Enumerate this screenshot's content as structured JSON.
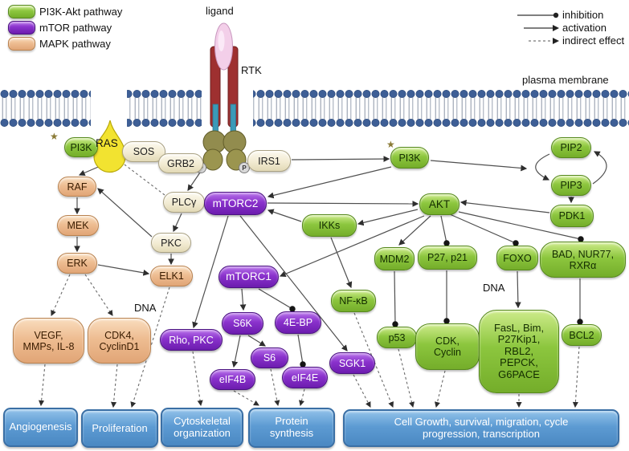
{
  "legend_pathways": [
    {
      "label": "PI3K-Akt pathway",
      "color": "#8CC63E"
    },
    {
      "label": "mTOR pathway",
      "color": "#8A32CC"
    },
    {
      "label": "MAPK pathway",
      "color": "#EEBD92"
    }
  ],
  "legend_edges": [
    {
      "label": "inhibition",
      "style": "solid-line-dot"
    },
    {
      "label": "activation",
      "style": "solid-line-arrow"
    },
    {
      "label": "indirect effect",
      "style": "dashed-line-arrow"
    }
  ],
  "labels": {
    "ligand": "ligand",
    "rtk": "RTK",
    "plasma_membrane": "plasma membrane",
    "ras": "RAS",
    "p": "P",
    "dna_left": "DNA",
    "dna_right": "DNA"
  },
  "nodes": {
    "pi3k_left": "PI3K",
    "sos": "SOS",
    "grb2": "GRB2",
    "irs1": "IRS1",
    "plcg": "PLCγ",
    "pkc": "PKC",
    "raf": "RAF",
    "mek": "MEK",
    "erk": "ERK",
    "elk1": "ELK1",
    "vegf": "VEGF,\nMMPs, IL-8",
    "cdk4": "CDK4,\nCyclinD1",
    "mtorc2": "mTORC2",
    "mtorc1": "mTORC1",
    "rho_pkc": "Rho, PKC",
    "s6k": "S6K",
    "ebp4": "4E-BP",
    "s6": "S6",
    "eif4b": "eIF4B",
    "eif4e": "eIF4E",
    "sgk1": "SGK1",
    "ikks": "IKKs",
    "nfkb": "NF-κB",
    "pi3k_right": "PI3K",
    "pip2": "PIP2",
    "pip3": "PIP3",
    "pdk1": "PDK1",
    "akt": "AKT",
    "mdm2": "MDM2",
    "p27": "P27, p21",
    "foxo": "FOXO",
    "bad": "BAD, NUR77,\nRXRα",
    "p53": "p53",
    "cdk_cyclin": "CDK,\nCyclin",
    "fasl": "FasL, Bim,\nP27Kip1,\nRBL2,\nPEPCK,\nG6PACE",
    "bcl2": "BCL2"
  },
  "outcomes": {
    "angiogenesis": "Angiogenesis",
    "proliferation": "Proliferation",
    "cytoskeletal": "Cytoskeletal\norganization",
    "protein": "Protein\nsynthesis",
    "cellgrowth": "Cell Growth, survival, migration, cycle\nprogression, transcription"
  },
  "colors": {
    "pi3k_akt_green": "#8CC63E",
    "mtor_purple": "#8A32CC",
    "mapk_tan": "#EEBD92",
    "outcome_blue": "#5D9BD3",
    "membrane_head": "#3E5F96",
    "ras_yellow": "#F2E330",
    "receptor_red": "#9E3030",
    "receptor_stem": "#3B9AB8",
    "ligand_pink": "#F3CFE9"
  },
  "edges": [
    {
      "from": "RTK",
      "to": "PLCγ",
      "type": "activation"
    },
    {
      "from": "SOS",
      "to": "RAS",
      "type": "activation"
    },
    {
      "from": "RAS",
      "to": "PI3K",
      "type": "activation"
    },
    {
      "from": "RAS",
      "to": "RAF",
      "type": "activation"
    },
    {
      "from": "RAF",
      "to": "MEK",
      "type": "activation"
    },
    {
      "from": "MEK",
      "to": "ERK",
      "type": "activation"
    },
    {
      "from": "ERK",
      "to": "ELK1",
      "type": "activation"
    },
    {
      "from": "PKC",
      "to": "ELK1",
      "type": "activation"
    },
    {
      "from": "PKC",
      "to": "RAF",
      "type": "activation"
    },
    {
      "from": "PLCγ",
      "to": "PKC",
      "type": "activation"
    },
    {
      "from": "PLCγ",
      "to": "RAS",
      "type": "indirect"
    },
    {
      "from": "IRS1",
      "to": "PI3K",
      "type": "activation"
    },
    {
      "from": "PI3K",
      "to": "PIP2-PIP3-cycle",
      "type": "activation"
    },
    {
      "from": "PIP2",
      "to": "PIP3",
      "type": "activation"
    },
    {
      "from": "PIP3",
      "to": "PIP2",
      "type": "activation"
    },
    {
      "from": "PIP3",
      "to": "PDK1",
      "type": "activation"
    },
    {
      "from": "PDK1",
      "to": "AKT",
      "type": "activation"
    },
    {
      "from": "mTORC2",
      "to": "AKT",
      "type": "activation"
    },
    {
      "from": "PI3K",
      "to": "mTORC2",
      "type": "activation"
    },
    {
      "from": "IKKs",
      "to": "mTORC2",
      "type": "activation"
    },
    {
      "from": "AKT",
      "to": "IKKs",
      "type": "activation"
    },
    {
      "from": "AKT",
      "to": "mTORC1",
      "type": "activation"
    },
    {
      "from": "AKT",
      "to": "MDM2",
      "type": "activation"
    },
    {
      "from": "AKT",
      "to": "P27, p21",
      "type": "inhibition"
    },
    {
      "from": "AKT",
      "to": "FOXO",
      "type": "inhibition"
    },
    {
      "from": "AKT",
      "to": "BAD, NUR77, RXRα",
      "type": "inhibition"
    },
    {
      "from": "IKKs",
      "to": "NF-κB",
      "type": "activation"
    },
    {
      "from": "mTORC2",
      "to": "Rho, PKC",
      "type": "activation"
    },
    {
      "from": "mTORC2",
      "to": "SGK1",
      "type": "activation"
    },
    {
      "from": "mTORC1",
      "to": "S6K",
      "type": "activation"
    },
    {
      "from": "mTORC1",
      "to": "4E-BP",
      "type": "inhibition"
    },
    {
      "from": "S6K",
      "to": "S6",
      "type": "activation"
    },
    {
      "from": "S6K",
      "to": "eIF4B",
      "type": "activation"
    },
    {
      "from": "4E-BP",
      "to": "eIF4E",
      "type": "inhibition"
    },
    {
      "from": "MDM2",
      "to": "p53",
      "type": "inhibition"
    },
    {
      "from": "P27, p21",
      "to": "CDK, Cyclin",
      "type": "inhibition"
    },
    {
      "from": "FOXO",
      "to": "FasL, Bim, P27Kip1, RBL2, PEPCK, G6PACE",
      "type": "activation"
    },
    {
      "from": "BAD, NUR77, RXRα",
      "to": "BCL2",
      "type": "inhibition"
    },
    {
      "from": "ERK",
      "to": "VEGF, MMPs, IL-8",
      "type": "indirect"
    },
    {
      "from": "ERK",
      "to": "CDK4, CyclinD1",
      "type": "indirect"
    },
    {
      "from": "ELK1",
      "to": "Proliferation",
      "type": "indirect"
    },
    {
      "from": "VEGF, MMPs, IL-8",
      "to": "Angiogenesis",
      "type": "indirect"
    },
    {
      "from": "CDK4, CyclinD1",
      "to": "Proliferation",
      "type": "indirect"
    },
    {
      "from": "Rho, PKC",
      "to": "Cytoskeletal organization",
      "type": "indirect"
    },
    {
      "from": "eIF4B",
      "to": "Protein synthesis",
      "type": "indirect"
    },
    {
      "from": "S6",
      "to": "Protein synthesis",
      "type": "indirect"
    },
    {
      "from": "eIF4E",
      "to": "Protein synthesis",
      "type": "indirect"
    },
    {
      "from": "SGK1",
      "to": "Cell Growth box",
      "type": "indirect"
    },
    {
      "from": "NF-κB",
      "to": "Cell Growth box",
      "type": "indirect"
    },
    {
      "from": "p53",
      "to": "Cell Growth box",
      "type": "indirect"
    },
    {
      "from": "CDK, Cyclin",
      "to": "Cell Growth box",
      "type": "indirect"
    },
    {
      "from": "FasL, Bim, P27Kip1, RBL2, PEPCK, G6PACE",
      "to": "Cell Growth box",
      "type": "indirect"
    },
    {
      "from": "BCL2",
      "to": "Cell Growth box",
      "type": "indirect"
    }
  ]
}
